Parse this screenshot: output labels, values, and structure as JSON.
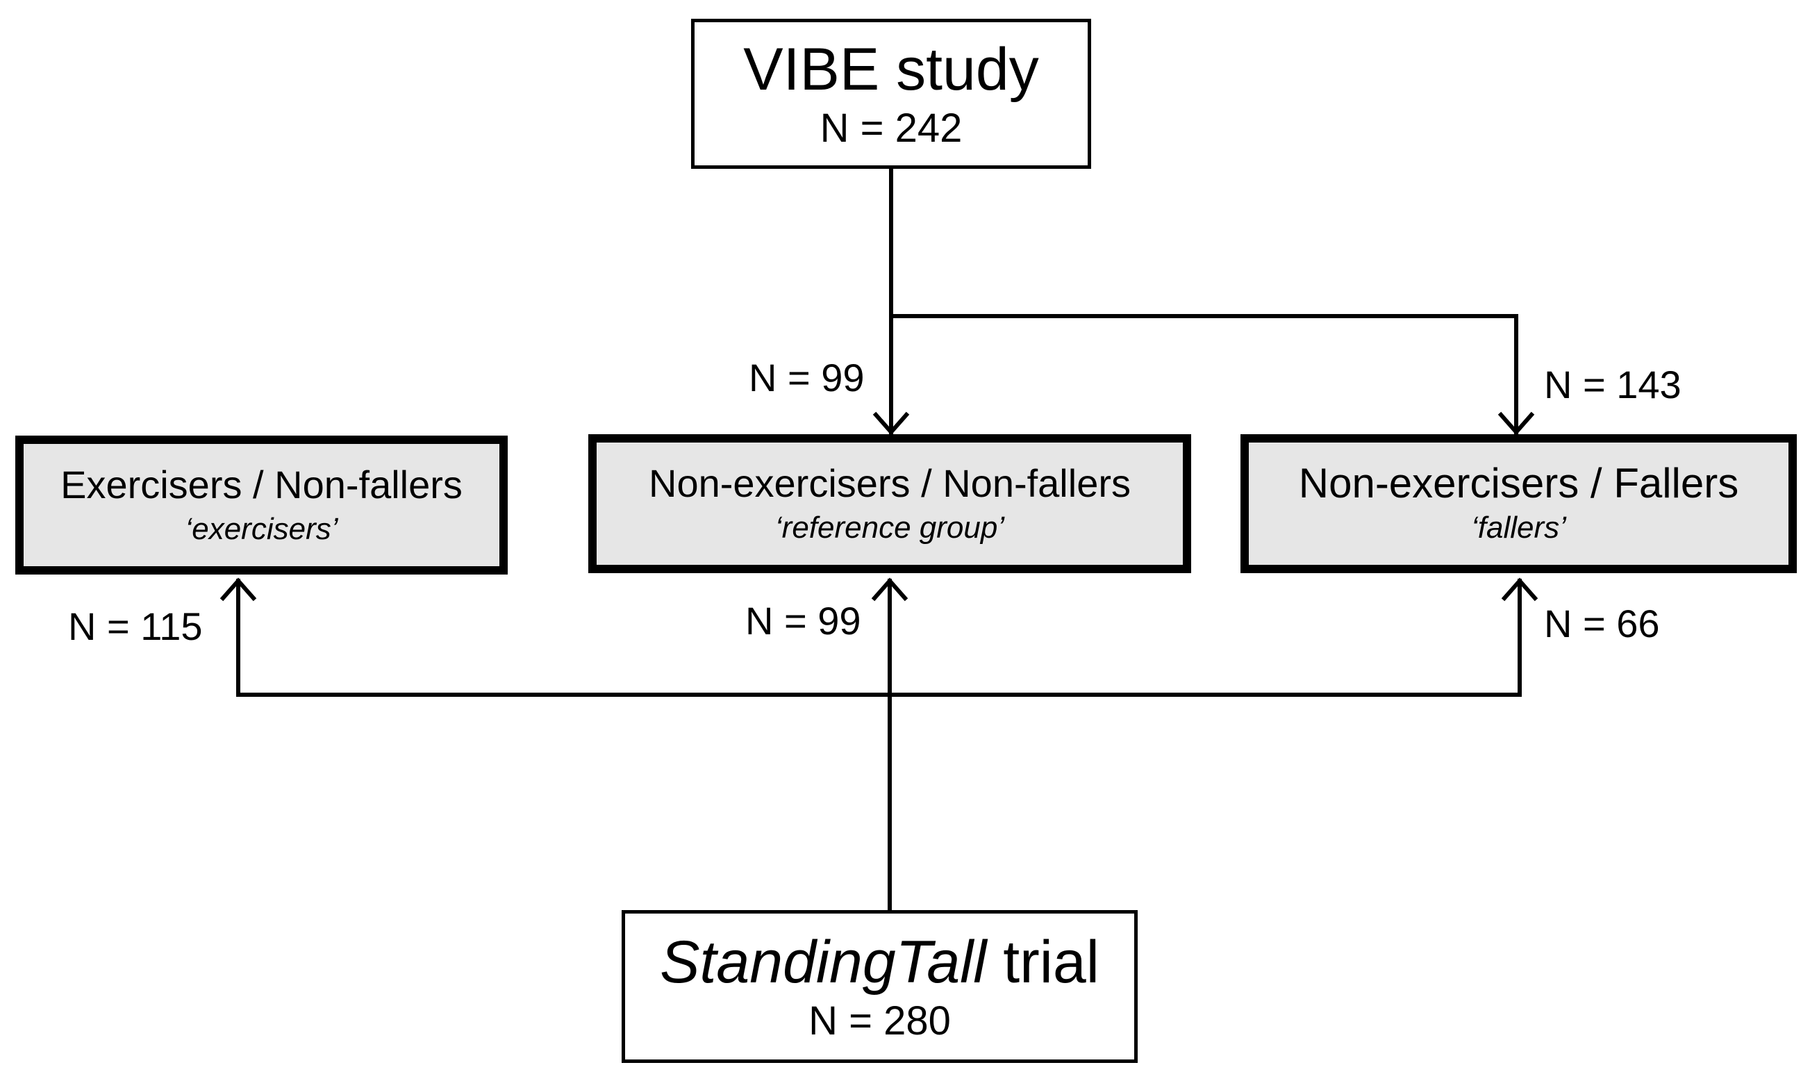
{
  "sources": {
    "vibe": {
      "title": "VIBE study",
      "n": "N = 242"
    },
    "standing_tall": {
      "title_italic": "StandingTall",
      "title_rest": " trial",
      "n": "N = 280"
    }
  },
  "groups": {
    "exercisers": {
      "title": "Exercisers / Non-fallers",
      "subtitle": "‘exercisers’"
    },
    "reference": {
      "title": "Non-exercisers / Non-fallers",
      "subtitle": "‘reference group’"
    },
    "fallers": {
      "title": "Non-exercisers / Fallers",
      "subtitle": "‘fallers’"
    }
  },
  "flows": {
    "vibe_to_reference": "N = 99",
    "vibe_to_fallers": "N = 143",
    "st_to_exercisers": "N = 115",
    "st_to_reference": "N = 99",
    "st_to_fallers": "N = 66"
  },
  "colors": {
    "group_fill": "#e6e6e6",
    "line": "#000000",
    "background": "#ffffff"
  }
}
